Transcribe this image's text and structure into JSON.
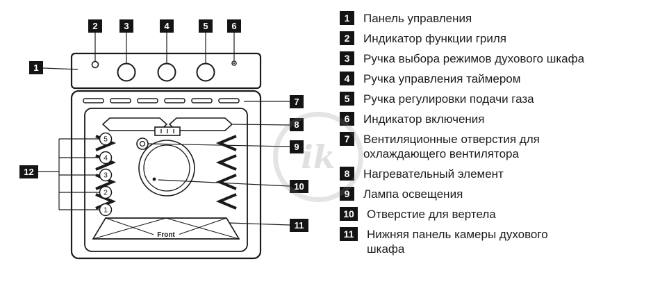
{
  "watermark": {
    "text": "ik"
  },
  "diagram": {
    "callouts": [
      "1",
      "2",
      "3",
      "4",
      "5",
      "6",
      "7",
      "8",
      "9",
      "10",
      "11",
      "12"
    ],
    "shelf_levels": [
      "5",
      "4",
      "3",
      "2",
      "1"
    ],
    "front_label": "Front"
  },
  "legend": {
    "items": [
      {
        "num": "1",
        "text": "Панель управления"
      },
      {
        "num": "2",
        "text": "Индикатор функции гриля"
      },
      {
        "num": "3",
        "text": "Ручка выбора режимов духового шкафа"
      },
      {
        "num": "4",
        "text": "Ручка управления таймером"
      },
      {
        "num": "5",
        "text": "Ручка регулировки подачи газа"
      },
      {
        "num": "6",
        "text": "Индикатор включения"
      },
      {
        "num": "7",
        "text": "Вентиляционные отверстия для\nохлаждающего вентилятора"
      },
      {
        "num": "8",
        "text": "Нагревательный элемент"
      },
      {
        "num": "9",
        "text": "Лампа освещения"
      },
      {
        "num": "10",
        "text": "Отверстие для вертела"
      },
      {
        "num": "11",
        "text": "Нижняя панель камеры духового\nшкафа"
      }
    ]
  }
}
